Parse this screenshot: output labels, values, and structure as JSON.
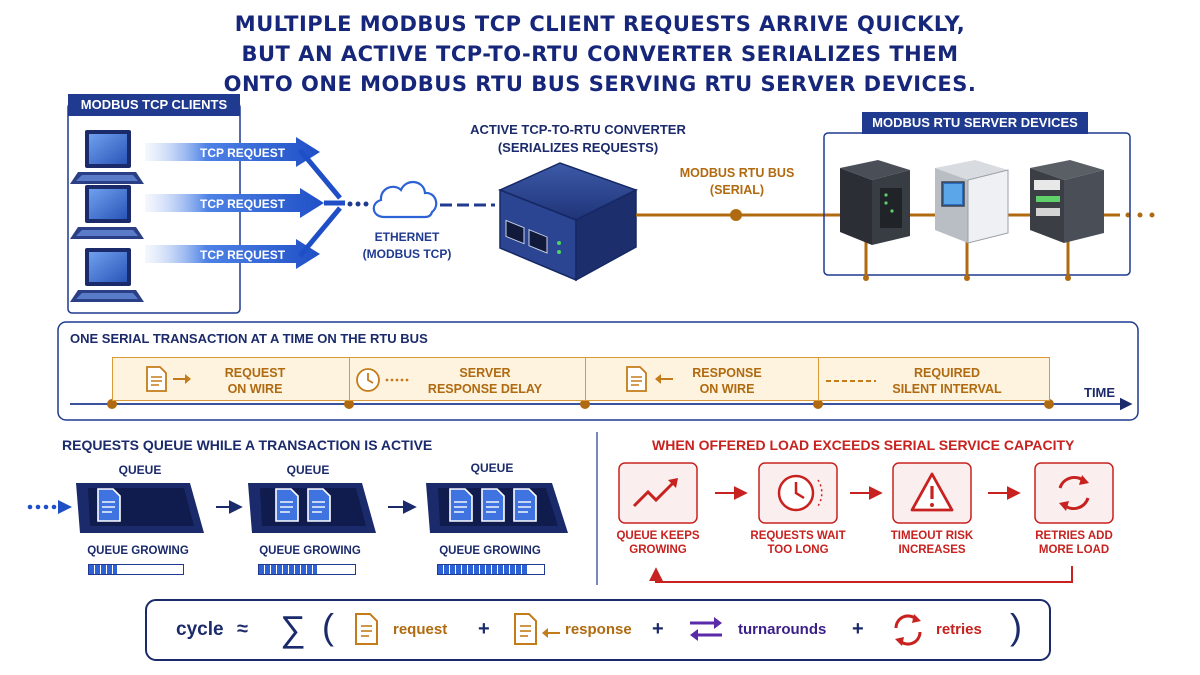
{
  "title": {
    "line1": "MULTIPLE MODBUS TCP CLIENT REQUESTS ARRIVE QUICKLY,",
    "line2": "BUT AN ACTIVE TCP-TO-RTU CONVERTER SERIALIZES THEM",
    "line3": "ONTO ONE MODBUS RTU BUS SERVING RTU SERVER DEVICES."
  },
  "clients": {
    "header": "MODBUS TCP CLIENTS",
    "requests": [
      "TCP REQUEST",
      "TCP REQUEST",
      "TCP REQUEST"
    ]
  },
  "network": {
    "line1": "ETHERNET",
    "line2": "(MODBUS TCP)"
  },
  "converter": {
    "line1": "ACTIVE TCP-TO-RTU CONVERTER",
    "line2": "(SERIALIZES REQUESTS)"
  },
  "bus": {
    "line1": "MODBUS RTU BUS",
    "line2": "(SERIAL)"
  },
  "servers": {
    "header": "MODBUS RTU SERVER DEVICES"
  },
  "timeline": {
    "heading": "ONE SERIAL TRANSACTION AT A TIME ON THE RTU BUS",
    "segments": [
      {
        "line1": "REQUEST",
        "line2": "ON WIRE"
      },
      {
        "line1": "SERVER",
        "line2": "RESPONSE DELAY"
      },
      {
        "line1": "RESPONSE",
        "line2": "ON WIRE"
      },
      {
        "line1": "REQUIRED",
        "line2": "SILENT INTERVAL"
      }
    ],
    "axis_label": "TIME"
  },
  "queue_section": {
    "heading": "REQUESTS QUEUE WHILE A TRANSACTION IS ACTIVE",
    "queues": [
      {
        "label": "QUEUE",
        "status": "QUEUE GROWING",
        "docs": 1,
        "fill": 0.3
      },
      {
        "label": "QUEUE",
        "status": "QUEUE GROWING",
        "docs": 2,
        "fill": 0.6
      },
      {
        "label": "QUEUE",
        "status": "QUEUE GROWING",
        "docs": 3,
        "fill": 0.85
      }
    ]
  },
  "overload": {
    "heading": "WHEN OFFERED LOAD EXCEEDS SERIAL SERVICE CAPACITY",
    "steps": [
      {
        "line1": "QUEUE KEEPS",
        "line2": "GROWING",
        "icon": "trend-up-icon"
      },
      {
        "line1": "REQUESTS WAIT",
        "line2": "TOO LONG",
        "icon": "clock-icon"
      },
      {
        "line1": "TIMEOUT RISK",
        "line2": "INCREASES",
        "icon": "warning-icon"
      },
      {
        "line1": "RETRIES ADD",
        "line2": "MORE LOAD",
        "icon": "retry-icon"
      }
    ]
  },
  "formula": {
    "lhs": "cycle",
    "approx": "≈",
    "sigma": "∑",
    "open": "(",
    "close": ")",
    "plus": "+",
    "terms": [
      "request",
      "response",
      "turnarounds",
      "retries"
    ]
  },
  "colors": {
    "navy": "#1b2a6b",
    "blue": "#2d62d6",
    "orange": "#c47c1a",
    "red": "#c7221f",
    "purple": "#5b2aa8"
  }
}
